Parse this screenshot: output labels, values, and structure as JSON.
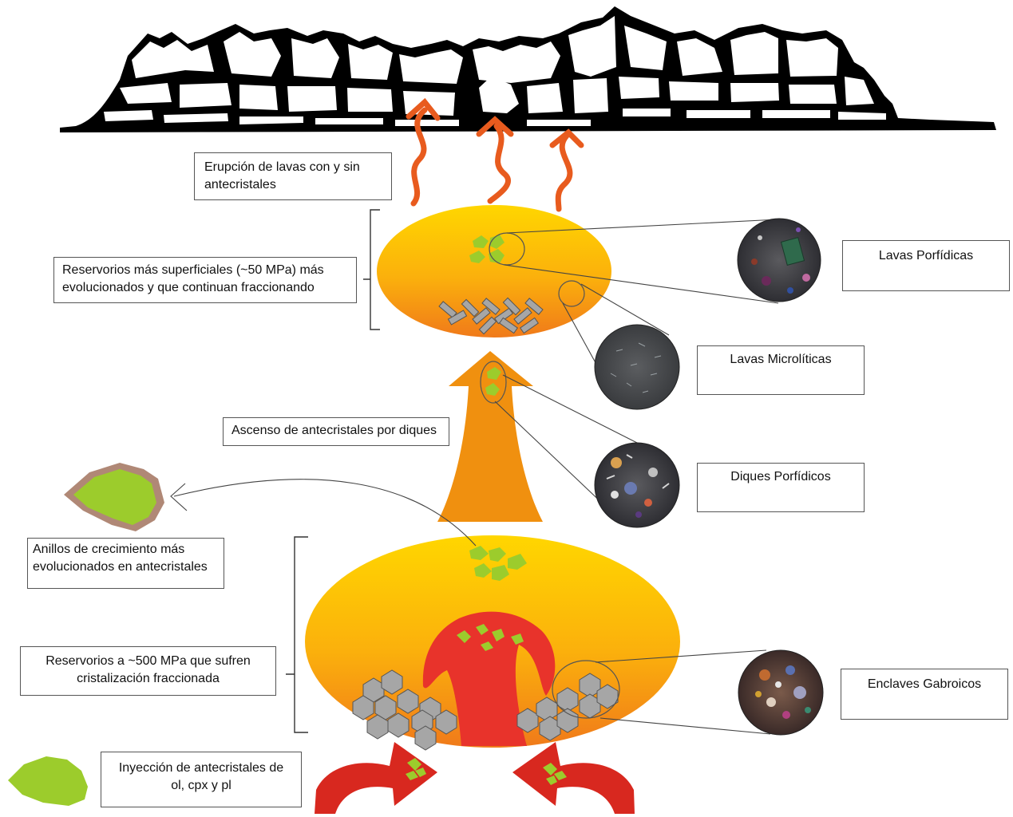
{
  "labels": {
    "eruption": [
      "Erupción de lavas con y sin",
      "antecristales"
    ],
    "shallow_reservoir": [
      "Reservorios más superficiales (~50 MPa) más",
      "evolucionados y que continuan fraccionando"
    ],
    "porphyritic_lavas": "Lavas Porfídicas",
    "microlitic_lavas": "Lavas Microlíticas",
    "ascent": "Ascenso de antecristales  por diques",
    "porphyritic_dikes": "Diques Porfídicos",
    "growth_rings": [
      "Anillos de crecimiento más",
      "evolucionados en antecristales"
    ],
    "deep_reservoir": [
      "Reservorios a ~500 MPa que sufren",
      "cristalización fraccionada"
    ],
    "gabbroic_enclaves": "Enclaves Gabroicos",
    "injection": [
      "Inyección de antecristales de",
      "ol, cpx y pl"
    ]
  },
  "colors": {
    "magma_top": "#ffd600",
    "magma_bottom": "#f07a1a",
    "plume": "#e8332b",
    "crystal_green": "#9ccc2c",
    "crystal_gray": "#a6a6a6",
    "ascent_arrow": "#f0900f",
    "injection_arrow": "#d8281f",
    "eruption_arrow": "#e85b1e",
    "mountain": "#000000"
  },
  "icons": [
    "mountain-silhouette",
    "wavy-eruption-arrow",
    "thin-section-circle",
    "antecryst-crystal",
    "plagioclase-lath",
    "gabbro-hexagon"
  ]
}
